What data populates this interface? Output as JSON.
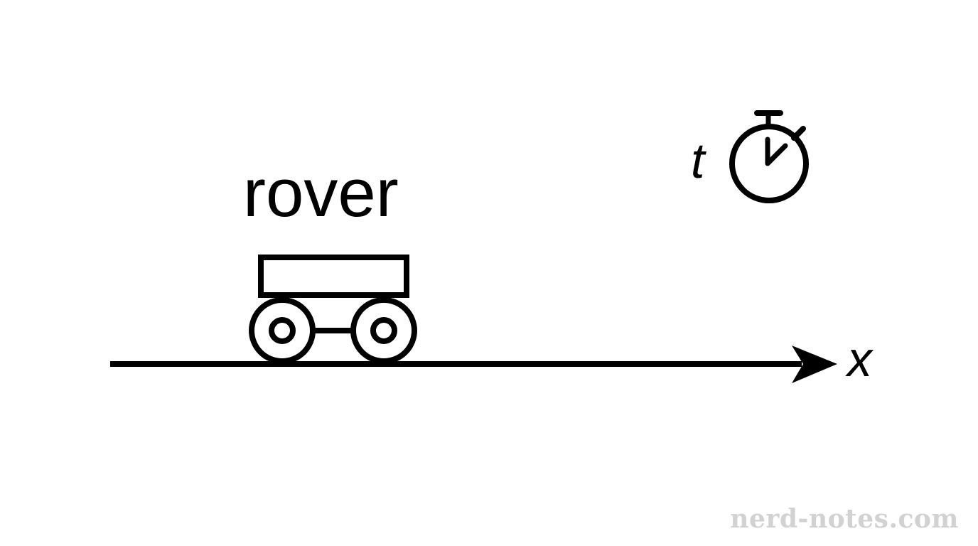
{
  "diagram": {
    "object_label": "rover",
    "time_label": "t",
    "axis_label": "x",
    "watermark": "nerd-notes.com"
  },
  "icons": {
    "timer": "stopwatch-icon",
    "vehicle": "rover-icon"
  },
  "colors": {
    "ink": "#000000",
    "background": "#ffffff",
    "watermark": "#d2d2d2"
  }
}
